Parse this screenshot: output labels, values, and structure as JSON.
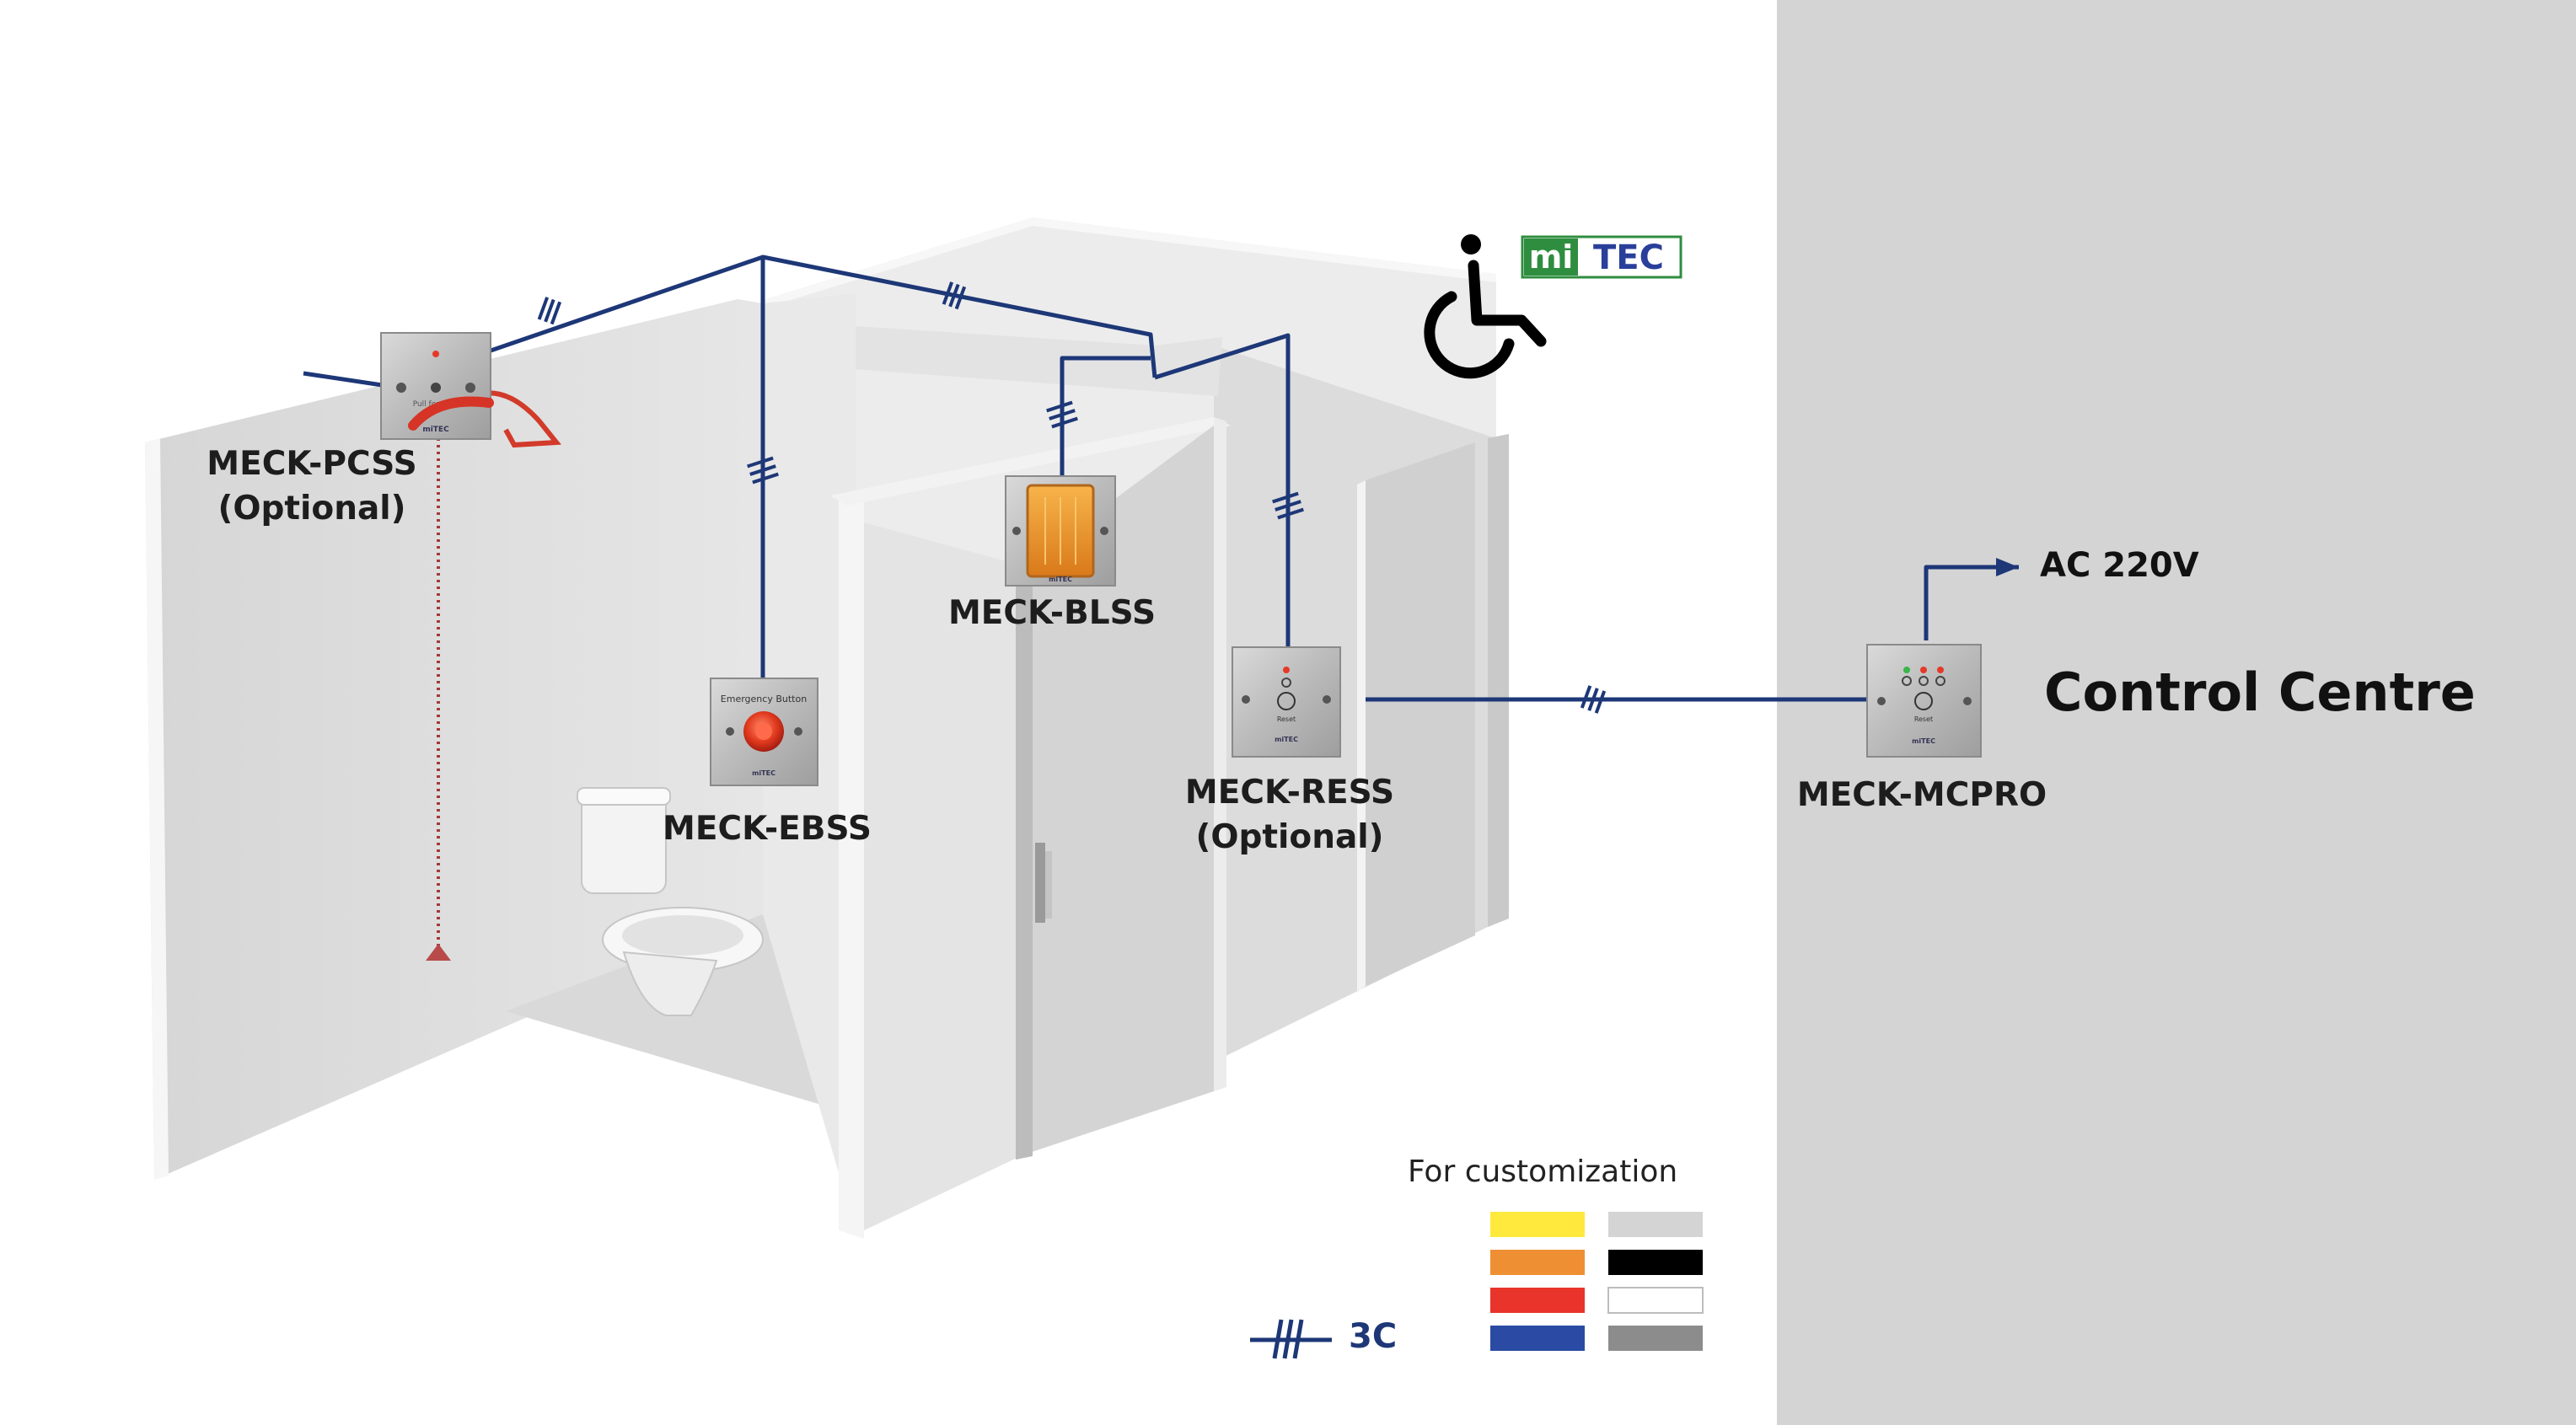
{
  "logo": {
    "text_mi": "mi",
    "text_tec": "TEC"
  },
  "devices": {
    "pcss": {
      "name": "MECK-PCSS",
      "note": "(Optional)",
      "plate_text": "Pull for Help",
      "plate_brand": "miTEC"
    },
    "ebss": {
      "name": "MECK-EBSS",
      "plate_title": "Emergency Button",
      "plate_brand": "miTEC"
    },
    "blss": {
      "name": "MECK-BLSS",
      "plate_brand": "miTEC"
    },
    "ress": {
      "name": "MECK-RESS",
      "note": "(Optional)",
      "plate_text": "Reset",
      "plate_brand": "miTEC"
    },
    "mcpro": {
      "name": "MECK-MCPRO",
      "plate_text": "Reset",
      "plate_brand": "miTEC"
    }
  },
  "control_centre": {
    "title": "Control Centre",
    "power": "AC 220V"
  },
  "legend": {
    "customization_title": "For customization",
    "cable_label": "3C",
    "swatches_left": [
      "#ffe93c",
      "#ef8f33",
      "#e8342a",
      "#2a4aa3"
    ],
    "swatches_right": [
      "#d4d4d4",
      "#000000",
      "#ffffff",
      "#8c8c8c"
    ]
  },
  "colors": {
    "wire": "#1d3777",
    "control_bg": "#d4d4d4",
    "logo_green": "#2f8d3f",
    "logo_blue": "#2a3f9a"
  }
}
